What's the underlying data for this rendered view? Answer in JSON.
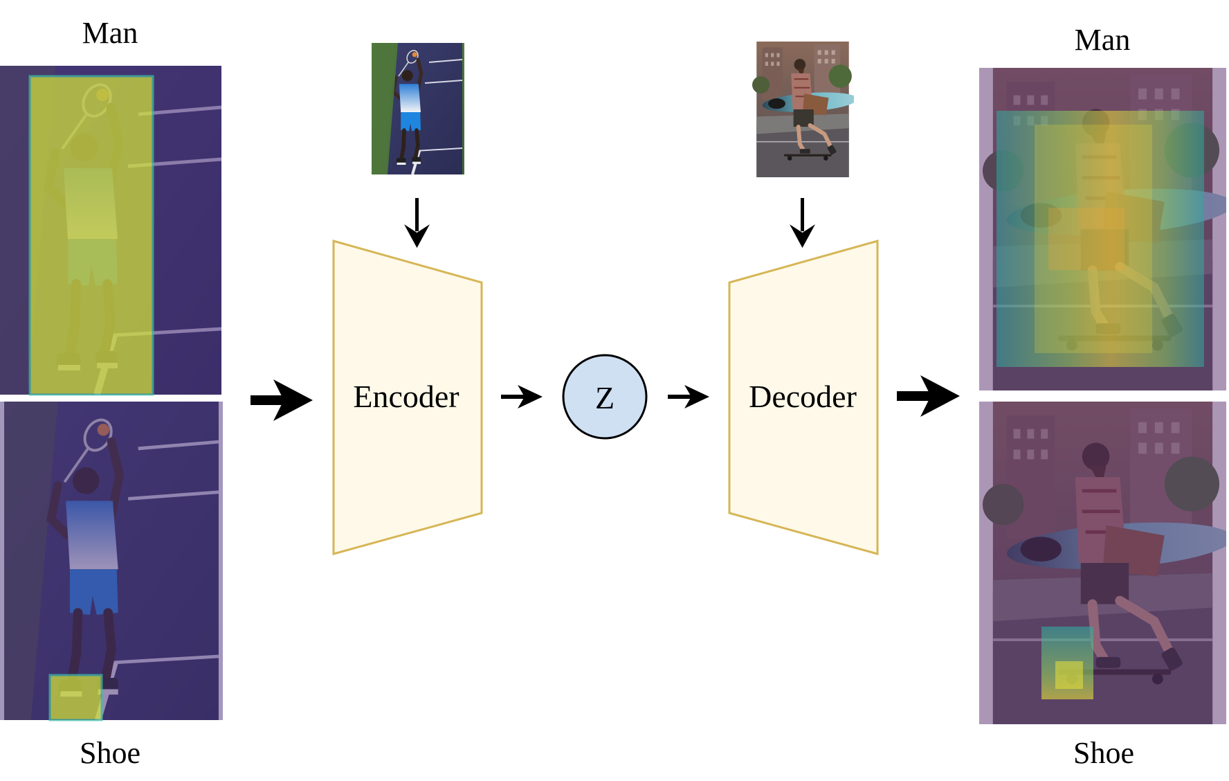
{
  "labels": {
    "left_top": "Man",
    "left_bottom": "Shoe",
    "right_top": "Man",
    "right_bottom": "Shoe"
  },
  "nodes": {
    "encoder": "Encoder",
    "latent": "Z",
    "decoder": "Decoder"
  },
  "colors": {
    "block_fill": "#fef9e9",
    "block_stroke": "#d6b656",
    "latent_fill": "#cfe0f3",
    "latent_stroke": "#000000",
    "arrow": "#000000",
    "mask_dark": "#4a2f7a",
    "mask_bright": "#d4e43a",
    "heat_teal": "#3fbfa8",
    "heat_yellow": "#e8d93a"
  },
  "images": {
    "left_top": "tennis player photo with yellow mask over the man",
    "left_bottom": "tennis player photo with yellow mask over the shoe",
    "encoder_input": "tennis player photo",
    "decoder_input": "skateboarder with surfboard photo",
    "right_top": "skateboarder photo with heatmap over the man",
    "right_bottom": "skateboarder photo with heatmap over the shoe"
  }
}
